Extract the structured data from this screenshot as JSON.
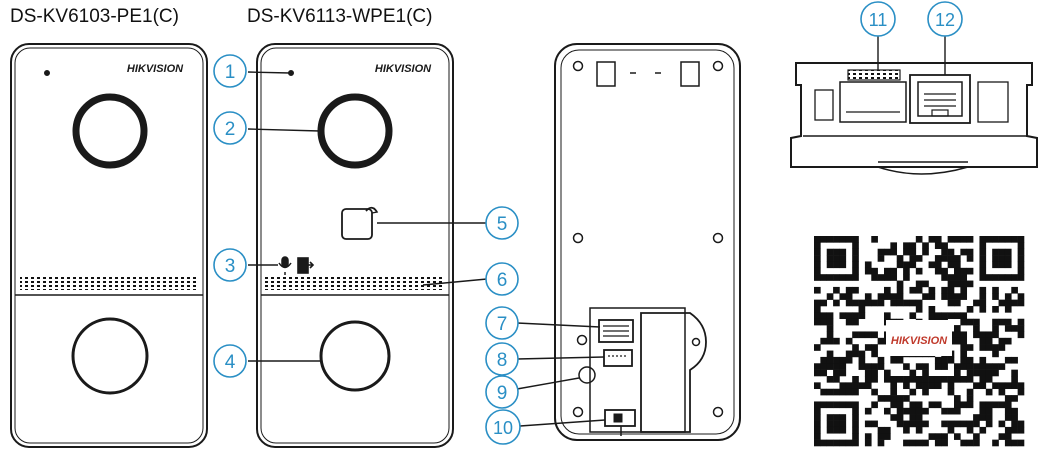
{
  "models": [
    {
      "title": "DS-KV6103-PE1(C)"
    },
    {
      "title": "DS-KV6113-WPE1(C)"
    }
  ],
  "brand_logo": "HIKVISION",
  "callouts": [
    {
      "number": "1",
      "target": "microphone-hole"
    },
    {
      "number": "2",
      "target": "camera-lens"
    },
    {
      "number": "3",
      "target": "microphone-and-door-indicators"
    },
    {
      "number": "4",
      "target": "call-button"
    },
    {
      "number": "5",
      "target": "card-reader-area"
    },
    {
      "number": "6",
      "target": "speaker-grille"
    },
    {
      "number": "7",
      "target": "network-port"
    },
    {
      "number": "8",
      "target": "terminal-port"
    },
    {
      "number": "9",
      "target": "screw-hole"
    },
    {
      "number": "10",
      "target": "tamper-switch"
    },
    {
      "number": "11",
      "target": "wiring-terminal"
    },
    {
      "number": "12",
      "target": "rj45-port"
    }
  ],
  "colors": {
    "line": "#1a1a1a",
    "callout": "#2a8fc5",
    "background": "#ffffff"
  },
  "icons": [
    "microphone-icon",
    "door-icon",
    "card-icon",
    "qr-code"
  ]
}
